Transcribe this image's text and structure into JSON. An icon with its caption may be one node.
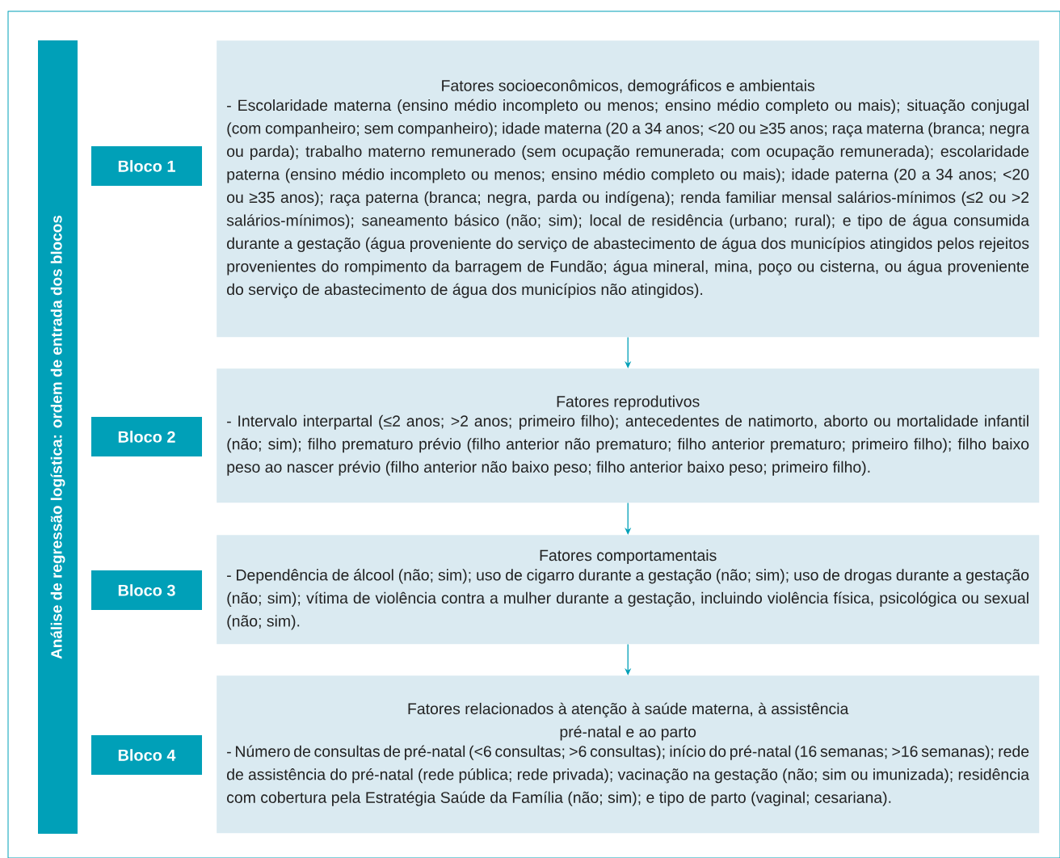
{
  "diagram": {
    "nodes": [
      {
        "text": [
          "Análise de regressão logística: ordem de entrada dos blocos"
        ]
      },
      {
        "text": [
          "Bloco 1"
        ]
      },
      {
        "text": [
          "Bloco 2"
        ]
      },
      {
        "text": [
          "Bloco 3"
        ]
      },
      {
        "text": [
          "Bloco 4"
        ]
      },
      {
        "text": [
          "Fatores socioeconômicos, demográficos e ambientais",
          "- Escolaridade materna (ensino médio incompleto ou menos; ensino médio completo ou mais); situação conjugal (com companheiro; sem companheiro); idade materna (20 a 34 anos; <20 ou ≥35 anos; raça materna (branca; negra ou parda); trabalho materno remunerado (sem ocupação remunerada; com ocupação remunerada); escolaridade paterna (ensino médio incompleto ou menos; ensino médio completo ou mais); idade paterna (20 a 34 anos; <20 ou ≥35 anos); raça paterna (branca; negra, parda ou indígena); renda familiar mensal salários-mínimos (≤2 ou >2 salários-mínimos); saneamento básico (não; sim); local de residência (urbano; rural); e tipo de água consumida durante a gestação (água proveniente do serviço de abastecimento de água dos municípios atingidos pelos rejeitos provenientes do rompimento da barragem de Fundão; água mineral, mina, poço ou cisterna, ou água proveniente do serviço de abastecimento de água dos municípios não atingidos)."
        ]
      },
      {
        "text": [
          "Fatores reprodutivos",
          "- Intervalo interpartal (≤2 anos; >2 anos; primeiro filho); antecedentes de natimorto, aborto ou mortalidade infantil (não; sim); filho prematuro prévio (filho anterior não prematuro; filho anterior prematuro; primeiro filho); filho baixo peso ao nascer prévio (filho anterior não baixo peso; filho anterior baixo peso; primeiro filho)."
        ]
      },
      {
        "text": [
          "Fatores comportamentais",
          "- Dependência de álcool (não; sim); uso de cigarro durante a gestação (não; sim); uso de drogas durante a gestação (não; sim); vítima de violência contra a mulher durante a gestação, incluindo violência física, psicológica ou sexual (não; sim)."
        ]
      },
      {
        "text": [
          "Fatores relacionados à atenção à saúde materna, à assistência pré-natal e ao parto",
          "- Número de consultas de pré-natal (<6 consultas; >6 consultas); início do pré-natal (16 semanas; >16 semanas); rede de assistência do pré-natal (rede pública; rede privada); vacinação na gestação (não; sim ou imunizada); residência com cobertura pela Estratégia Saúde da Família (não; sim); e tipo de parto (vaginal; cesariana)."
        ]
      }
    ],
    "edges": [
      {
        "from": 5,
        "to": 6,
        "arrow": "to"
      },
      {
        "from": 6,
        "to": 7,
        "arrow": "to"
      },
      {
        "from": 7,
        "to": 8,
        "arrow": "to"
      }
    ]
  }
}
